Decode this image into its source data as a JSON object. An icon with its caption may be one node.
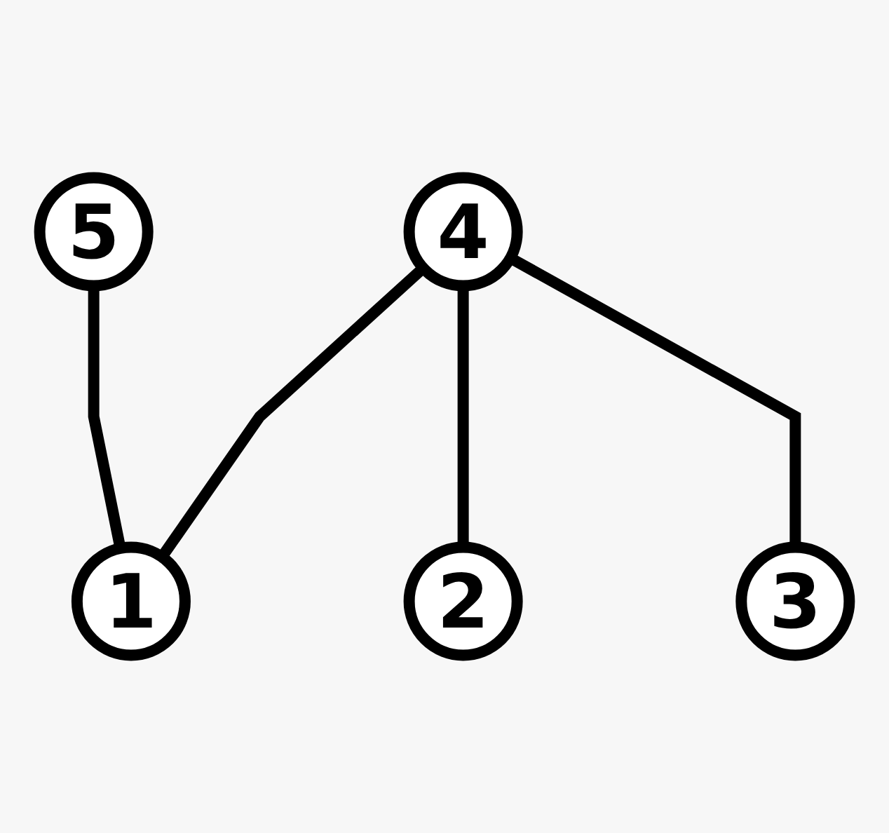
{
  "diagram": {
    "nodes": [
      {
        "text": [
          "5"
        ]
      },
      {
        "text": [
          "4"
        ]
      },
      {
        "text": [
          "1"
        ]
      },
      {
        "text": [
          "2"
        ]
      },
      {
        "text": [
          "3"
        ]
      }
    ],
    "edges": [
      {
        "from": 0,
        "to": 2,
        "arrow": "none"
      },
      {
        "from": 1,
        "to": 2,
        "arrow": "none"
      },
      {
        "from": 1,
        "to": 3,
        "arrow": "none"
      },
      {
        "from": 1,
        "to": 4,
        "arrow": "none"
      }
    ]
  }
}
